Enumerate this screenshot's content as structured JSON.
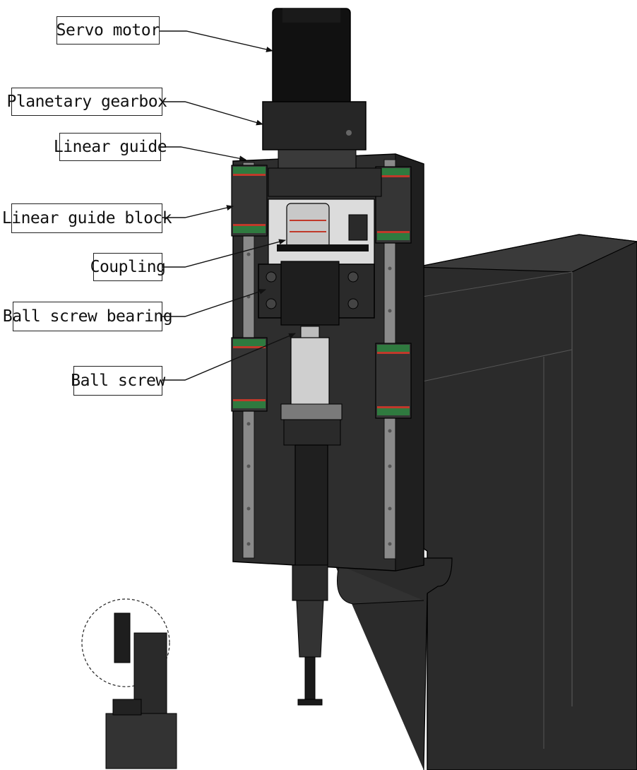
{
  "labels": {
    "servo_motor": "Servo motor",
    "planetary_gearbox": "Planetary gearbox",
    "linear_guide": "Linear guide",
    "linear_guide_block": "Linear guide block",
    "coupling": "Coupling",
    "ball_screw_bearing": "Ball screw bearing",
    "ball_screw": "Ball screw"
  },
  "colors": {
    "body": "#2a2a2a",
    "rail": "#8a8a8a",
    "block_green": "#2f7a3f",
    "block_red": "#c0392b",
    "outline": "#000000",
    "background": "#ffffff"
  }
}
